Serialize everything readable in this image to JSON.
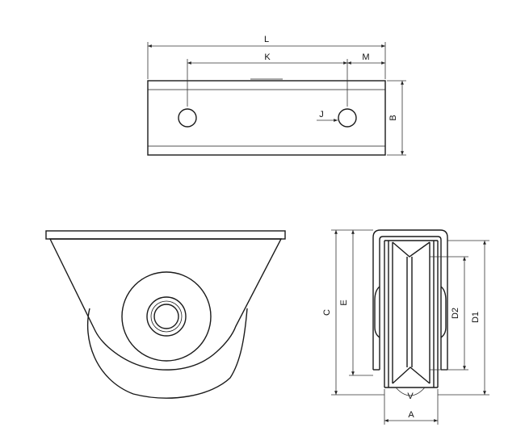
{
  "top_view": {
    "dim_L": "L",
    "dim_K": "K",
    "dim_M": "M",
    "dim_B": "B",
    "dim_J": "J"
  },
  "side_view": {
    "dim_C": "C",
    "dim_E": "E",
    "dim_D1": "D1",
    "dim_D2": "D2",
    "dim_V": "V",
    "dim_A": "A"
  },
  "colors": {
    "line": "#1a1a1a",
    "background": "#ffffff"
  }
}
